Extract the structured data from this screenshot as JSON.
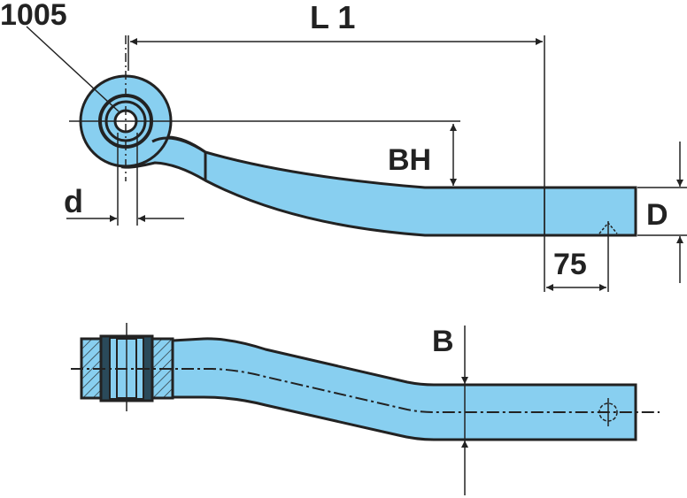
{
  "colors": {
    "part_fill": "#88cff0",
    "outline": "#222222"
  },
  "labels": {
    "part_number": "1005",
    "length": "L 1",
    "height": "BH",
    "diameter": "d",
    "thickness": "D",
    "distance": "75",
    "width": "B"
  }
}
